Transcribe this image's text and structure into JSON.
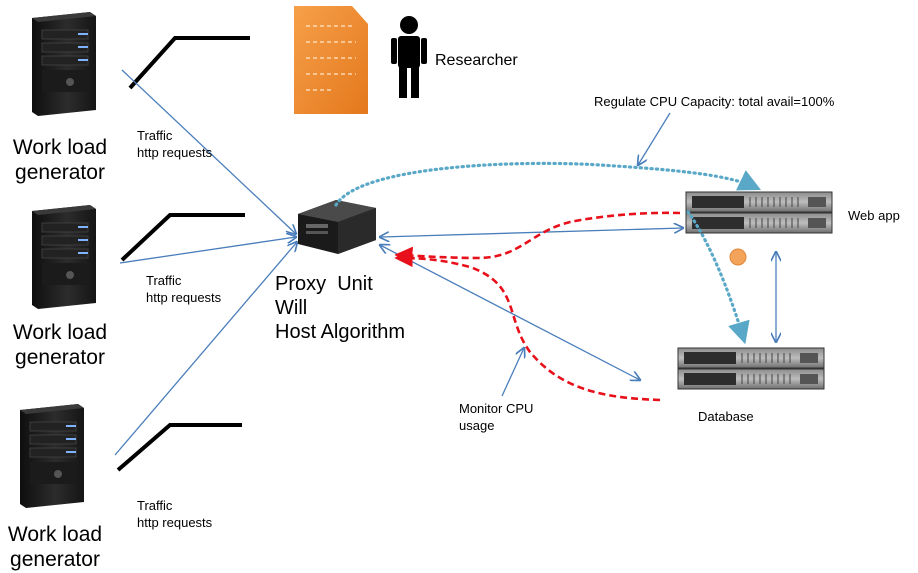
{
  "generators": [
    {
      "label_line1": "Work load",
      "label_line2": "generator",
      "traffic_line1": "Traffic",
      "traffic_line2": "http requests"
    },
    {
      "label_line1": "Work load",
      "label_line2": "generator",
      "traffic_line1": "Traffic",
      "traffic_line2": "http requests"
    },
    {
      "label_line1": "Work load",
      "label_line2": "generator",
      "traffic_line1": "Traffic",
      "traffic_line2": "http requests"
    }
  ],
  "researcher": {
    "label": "Researcher"
  },
  "proxy": {
    "line1": "Proxy  Unit",
    "line2": "Will",
    "line3": "Host Algorithm"
  },
  "webapp": {
    "label": "Web app"
  },
  "database": {
    "label": "Database"
  },
  "regulate": {
    "label": "Regulate CPU Capacity: total avail=100%"
  },
  "monitor": {
    "line1": "Monitor CPU",
    "line2": "usage"
  },
  "colors": {
    "flow_line": "#4a7ebb",
    "regulate_line": "#5aa8c8",
    "monitor_line": "#e8101a",
    "document": "#f08c28",
    "status_dot": "#f4a45a"
  }
}
